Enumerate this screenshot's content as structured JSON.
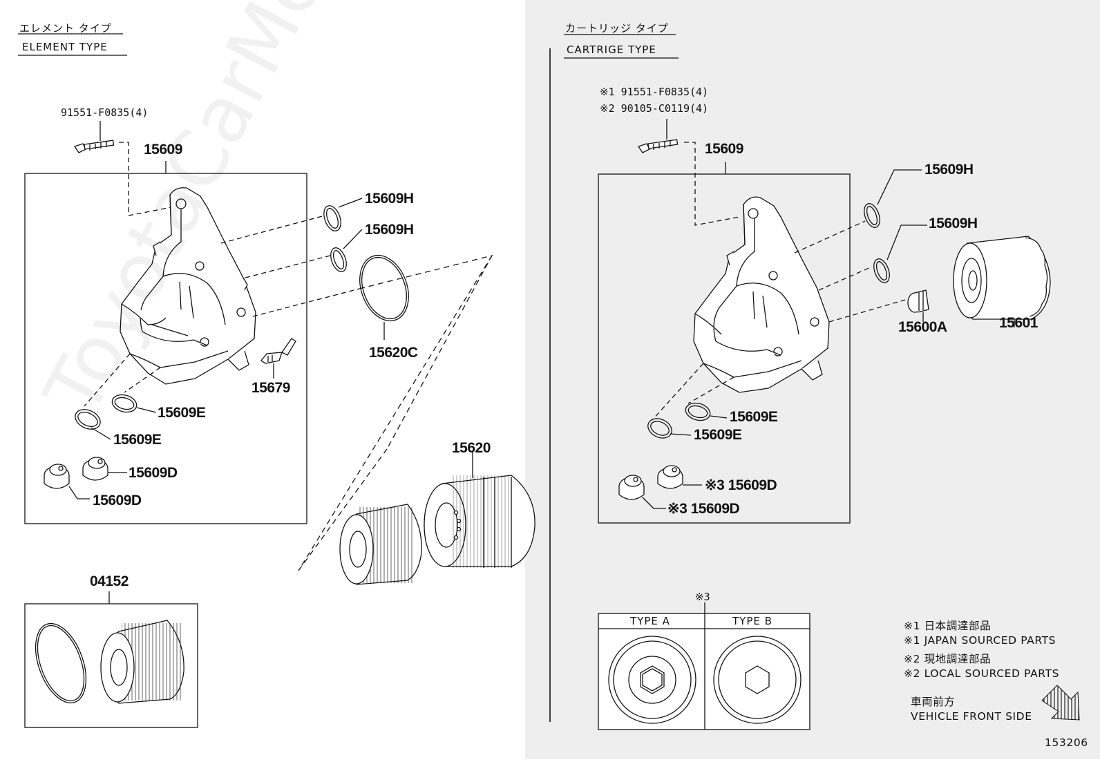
{
  "left_panel": {
    "title_jp": "エレメント タイプ",
    "title_en": "ELEMENT TYPE",
    "labels": {
      "bolt": "91551-F0835(4)",
      "housing": "15609",
      "oring_h1": "15609H",
      "oring_h2": "15609H",
      "gasket_c": "15620C",
      "clip": "15679",
      "ring_e1": "15609E",
      "ring_e2": "15609E",
      "plug_d1": "15609D",
      "plug_d2": "15609D",
      "cap": "15620",
      "element_kit": "04152"
    }
  },
  "right_panel": {
    "title_jp": "カートリッジ タイプ",
    "title_en": "CARTRIGE TYPE",
    "bolt_line1": "※1 91551-F0835(4)",
    "bolt_line2": "※2 90105-C0119(4)",
    "labels": {
      "housing": "15609",
      "oring_h1": "15609H",
      "oring_h2": "15609H",
      "union": "15600A",
      "filter": "15601",
      "ring_e1": "15609E",
      "ring_e2": "15609E",
      "plug_d1": "※3 15609D",
      "plug_d2": "※3 15609D"
    },
    "type_note": "※3",
    "type_a": "TYPE A",
    "type_b": "TYPE B",
    "legend": [
      "※1 日本調達部品",
      "※1 JAPAN SOURCED PARTS",
      "※2 現地調達部品",
      "※2 LOCAL SOURCED PARTS"
    ],
    "front_jp": "車両前方",
    "front_en": "VEHICLE FRONT SIDE",
    "diagram_no": "153206"
  },
  "watermark": "ToyotaCarMe.ru",
  "colors": {
    "right_bg": "#eeeeee",
    "line": "#111111"
  }
}
